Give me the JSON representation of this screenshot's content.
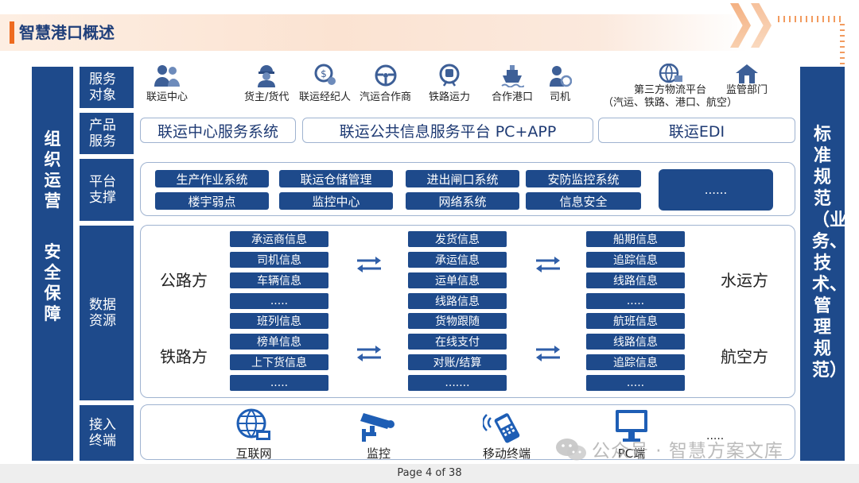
{
  "title": "智慧港口概述",
  "left_bar": {
    "top": "组织运营",
    "bottom": "安全保障"
  },
  "right_bar": {
    "text": "标准规范（业务、技术、管理规范）"
  },
  "rows": {
    "service": "服务对象",
    "product": "产品服务",
    "platform": "平台支撑",
    "data": "数据资源",
    "terminal": "接入终端"
  },
  "service_objects": [
    {
      "label": "联运中心",
      "icon": "people-icon"
    },
    {
      "label": "货主/货代",
      "icon": "worker-icon"
    },
    {
      "label": "联运经纪人",
      "icon": "agent-icon"
    },
    {
      "label": "汽运合作商",
      "icon": "steering-wheel-icon"
    },
    {
      "label": "铁路运力",
      "icon": "train-icon"
    },
    {
      "label": "合作港口",
      "icon": "ship-icon"
    },
    {
      "label": "司机",
      "icon": "driver-icon"
    },
    {
      "label": "第三方物流平台",
      "sub": "（汽运、铁路、港口、航空）",
      "icon": "logistics-globe-icon"
    },
    {
      "label": "监管部门",
      "icon": "house-icon"
    }
  ],
  "products": [
    "联运中心服务系统",
    "联运公共信息服务平台 PC+APP",
    "联运EDI"
  ],
  "platform_items": [
    "生产作业系统",
    "联运仓储管理",
    "进出闸口系统",
    "安防监控系统",
    "楼宇弱点",
    "监控中心",
    "网络系统",
    "信息安全",
    "......"
  ],
  "data_resources": {
    "road": "公路方",
    "rail": "铁路方",
    "water": "水运方",
    "air": "航空方",
    "col_a": [
      "承运商信息",
      "司机信息",
      "车辆信息",
      ".....",
      "班列信息",
      "榜单信息",
      "上下货信息",
      "....."
    ],
    "col_b": [
      "发货信息",
      "承运信息",
      "运单信息",
      "线路信息",
      "货物跟随",
      "在线支付",
      "对账/结算",
      "......."
    ],
    "col_c": [
      "船期信息",
      "追踪信息",
      "线路信息",
      ".....",
      "航班信息",
      "线路信息",
      "追踪信息",
      "....."
    ]
  },
  "terminals": [
    {
      "label": "互联网",
      "icon": "internet-icon"
    },
    {
      "label": "监控",
      "icon": "camera-icon"
    },
    {
      "label": "移动终端",
      "icon": "mobile-icon"
    },
    {
      "label": "PC端",
      "icon": "monitor-icon"
    }
  ],
  "terminal_more": ".....",
  "page": "Page 4 of 38",
  "watermark": "公众号 · 智慧方案文库",
  "colors": {
    "primary": "#1e4a8b",
    "accent": "#ee6b1f",
    "border": "#9fb3d0"
  }
}
